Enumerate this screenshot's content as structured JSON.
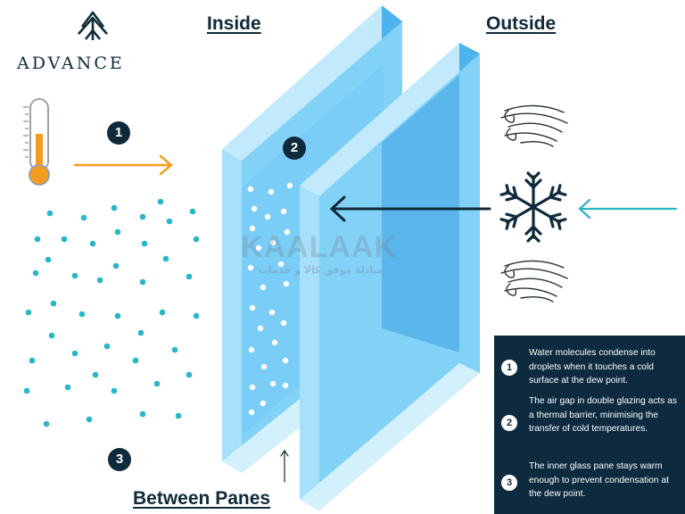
{
  "brand": {
    "name": "ADVANCE"
  },
  "headings": {
    "inside": "Inside",
    "outside": "Outside",
    "between": "Between Panes"
  },
  "markers": [
    "1",
    "2",
    "3"
  ],
  "watermark": {
    "main": "KAALAAK",
    "sub": "مبادلهٔ موفق کالا و خدمات"
  },
  "legend": {
    "items": [
      {
        "num": "1",
        "text": "Water molecules condense into droplets when it touches a cold surface at the dew point."
      },
      {
        "num": "2",
        "text": "The air gap in double glazing acts as a thermal barrier, minimising the transfer of cold temperatures."
      },
      {
        "num": "3",
        "text": "The inner glass pane stays warm enough to prevent condensation at the dew point."
      }
    ]
  },
  "colors": {
    "navy": "#0f2a3a",
    "orange": "#f39c1e",
    "teal": "#2bb5c8",
    "glass_face": "#7cd0f7",
    "glass_edge": "#b9e6fb",
    "glass_dark": "#3aa8e6"
  },
  "icons": [
    "tree-logo-icon",
    "thermometer-icon",
    "snowflake-icon",
    "wind-icon"
  ]
}
